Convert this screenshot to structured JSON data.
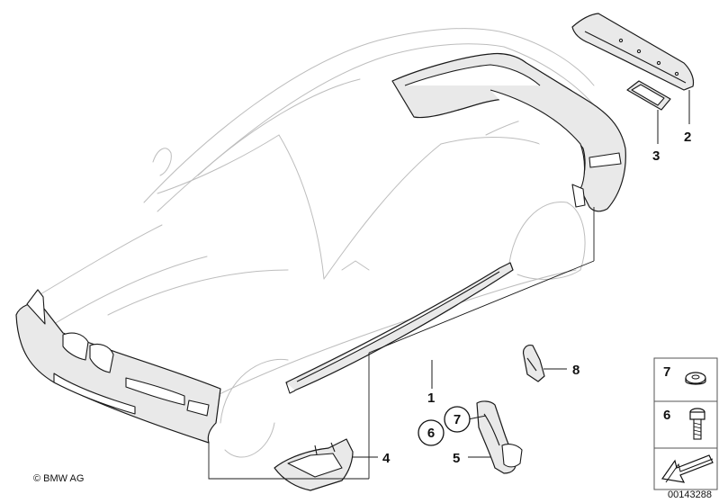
{
  "callouts": {
    "c1": "1",
    "c2": "2",
    "c3": "3",
    "c4": "4",
    "c5": "5",
    "c6": "6",
    "c7": "7",
    "c8": "8"
  },
  "legend": {
    "row7": "7",
    "row6": "6"
  },
  "footer": {
    "copyright": "© BMW AG",
    "diagram_number": "00143288"
  }
}
